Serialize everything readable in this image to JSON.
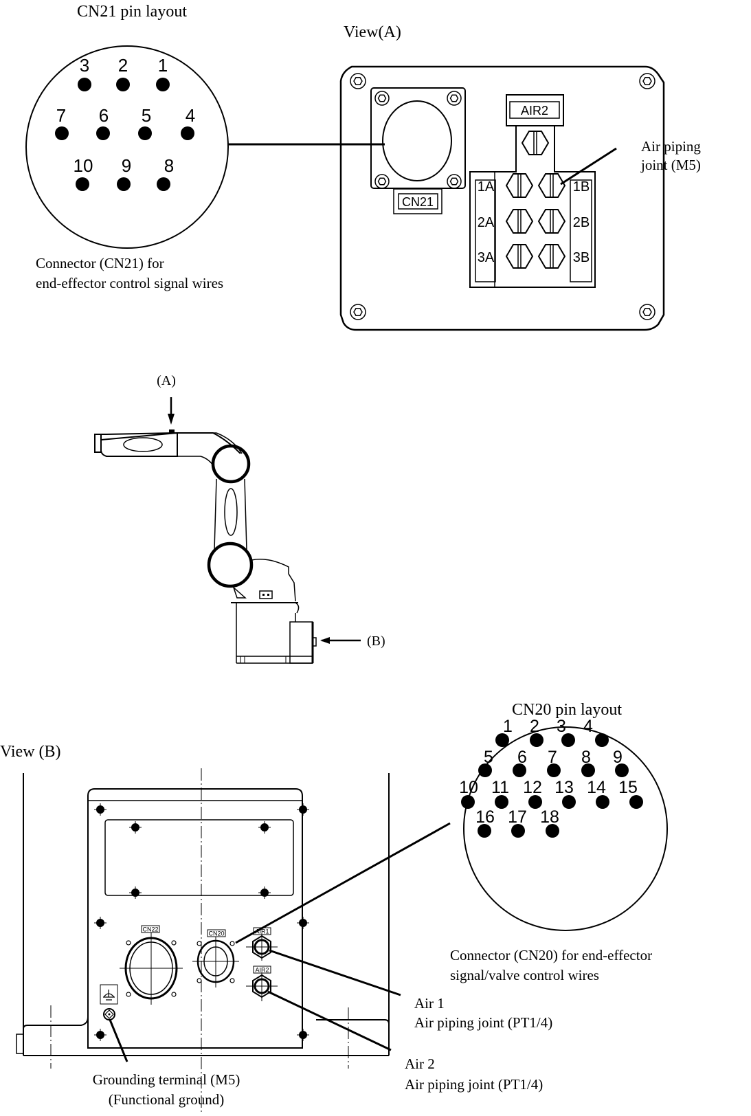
{
  "cn21": {
    "title": "CN21 pin layout",
    "pins": [
      {
        "label": "1"
      },
      {
        "label": "2"
      },
      {
        "label": "3"
      },
      {
        "label": "4"
      },
      {
        "label": "5"
      },
      {
        "label": "6"
      },
      {
        "label": "7"
      },
      {
        "label": "8"
      },
      {
        "label": "9"
      },
      {
        "label": "10"
      }
    ],
    "caption_line1": "Connector (CN21) for",
    "caption_line2": "end-effector control signal wires"
  },
  "view_a": {
    "title": "View(A)",
    "air2_label": "AIR2",
    "cn21_label": "CN21",
    "port_labels_a": [
      "1A",
      "2A",
      "3A"
    ],
    "port_labels_b": [
      "1B",
      "2B",
      "3B"
    ],
    "callout_line1": "Air piping",
    "callout_line2": "joint (M5)"
  },
  "robot": {
    "arrow_a_label": "(A)",
    "arrow_b_label": "(B)"
  },
  "view_b": {
    "title": "View (B)",
    "cn22_label": "CN22",
    "cn20_label": "CN20",
    "air1_label": "AIR1",
    "air2_label": "AIR2",
    "grounding_line1": "Grounding terminal (M5)",
    "grounding_line2": "(Functional ground)",
    "air1_callout_line1": "Air 1",
    "air1_callout_line2": "Air piping joint (PT1/4)",
    "air2_callout_line1": "Air 2",
    "air2_callout_line2": "Air piping joint (PT1/4)"
  },
  "cn20": {
    "title": "CN20 pin layout",
    "pins": [
      {
        "label": "1"
      },
      {
        "label": "2"
      },
      {
        "label": "3"
      },
      {
        "label": "4"
      },
      {
        "label": "5"
      },
      {
        "label": "6"
      },
      {
        "label": "7"
      },
      {
        "label": "8"
      },
      {
        "label": "9"
      },
      {
        "label": "10"
      },
      {
        "label": "11"
      },
      {
        "label": "12"
      },
      {
        "label": "13"
      },
      {
        "label": "14"
      },
      {
        "label": "15"
      },
      {
        "label": "16"
      },
      {
        "label": "17"
      },
      {
        "label": "18"
      }
    ],
    "caption_line1": "Connector (CN20) for end-effector",
    "caption_line2": "signal/valve control  wires"
  }
}
